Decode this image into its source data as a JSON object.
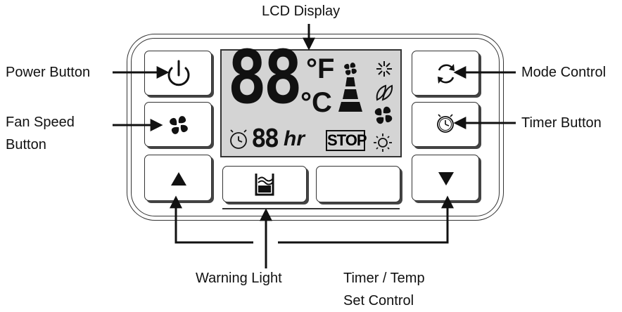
{
  "labels": {
    "lcd_display": "LCD Display",
    "power_button": "Power Button",
    "mode_control": "Mode Control",
    "fan_speed_line1": "Fan Speed",
    "fan_speed_line2": "Button",
    "timer_button": "Timer Button",
    "warning_light": "Warning Light",
    "timer_temp_line1": "Timer / Temp",
    "timer_temp_line2": "Set Control"
  },
  "lcd": {
    "temp_digits": "88",
    "unit_f": "°F",
    "unit_c": "°C",
    "timer_digits": "88",
    "timer_unit": "hr",
    "stop_text": "STOP"
  },
  "icons": {
    "power": "power-icon",
    "fan": "fan-icon",
    "up": "up-arrow-icon",
    "down": "down-arrow-icon",
    "mode": "mode-cycle-icon",
    "timer": "clock-icon",
    "warning": "water-tank-icon"
  }
}
